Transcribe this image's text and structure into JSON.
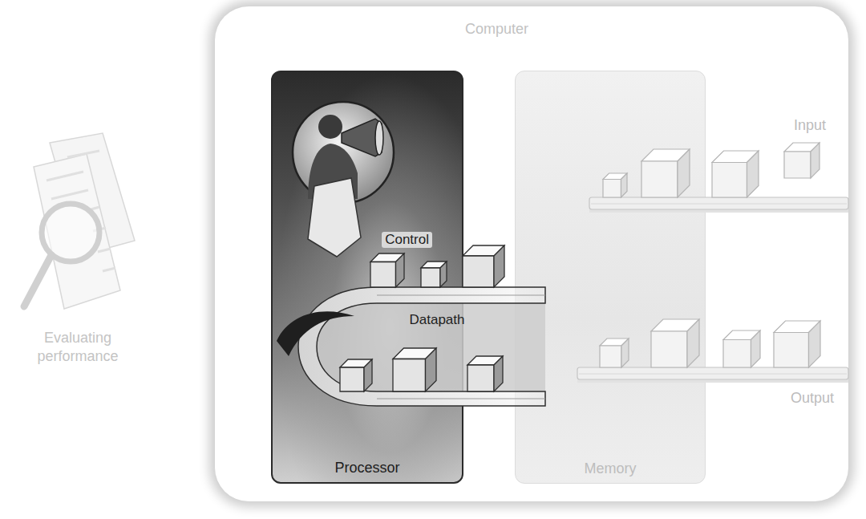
{
  "diagram": {
    "nodes": [
      {
        "text": [
          "Computer"
        ]
      },
      {
        "text": [
          "Processor"
        ],
        "in": 0
      },
      {
        "text": [
          "Control"
        ],
        "in": 1
      },
      {
        "text": [
          "Datapath"
        ],
        "in": 1
      },
      {
        "text": [
          "Memory"
        ],
        "in": 0
      },
      {
        "text": [
          "Input"
        ]
      },
      {
        "text": [
          "Output"
        ]
      }
    ],
    "labels": [
      "Evaluating performance"
    ]
  }
}
